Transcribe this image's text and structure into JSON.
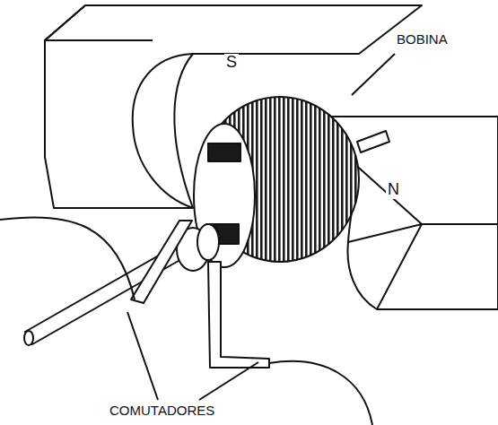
{
  "diagram": {
    "labels": [
      "S",
      "BOBINA",
      "N",
      "COMUTADORES"
    ]
  }
}
